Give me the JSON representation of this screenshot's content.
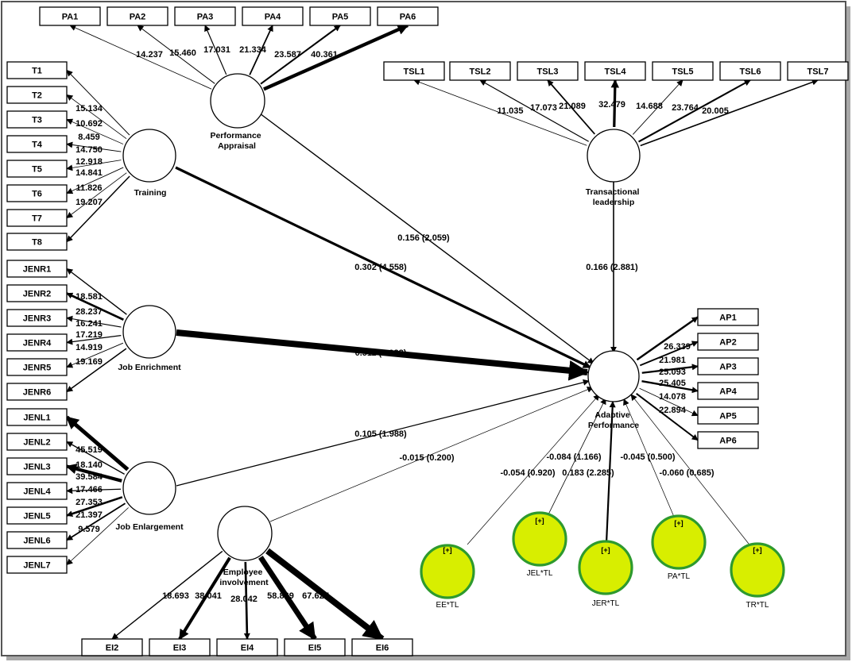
{
  "constructs": {
    "performance_appraisal": "Performance Appraisal",
    "training": "Training",
    "transactional_leadership": "Transactional leadership",
    "job_enrichment": "Job Enrichment",
    "adaptive_performance": "Adaptive Performance",
    "job_enlargement": "Job Enlargement",
    "employee_involvement": "Employee involvement"
  },
  "indicators": {
    "PA": [
      {
        "name": "PA1",
        "weight": "14.237"
      },
      {
        "name": "PA2",
        "weight": "15.460"
      },
      {
        "name": "PA3",
        "weight": "17.031"
      },
      {
        "name": "PA4",
        "weight": "21.334"
      },
      {
        "name": "PA5",
        "weight": "23.587"
      },
      {
        "name": "PA6",
        "weight": "40.361"
      }
    ],
    "TSL": [
      {
        "name": "TSL1",
        "weight": "11.035"
      },
      {
        "name": "TSL2",
        "weight": "17.073"
      },
      {
        "name": "TSL3",
        "weight": "21.089"
      },
      {
        "name": "TSL4",
        "weight": "32.479"
      },
      {
        "name": "TSL5",
        "weight": "14.688"
      },
      {
        "name": "TSL6",
        "weight": "23.764"
      },
      {
        "name": "TSL7",
        "weight": "20.005"
      }
    ],
    "T": [
      {
        "name": "T1",
        "weight": "15.134"
      },
      {
        "name": "T2",
        "weight": "10.692"
      },
      {
        "name": "T3",
        "weight": "8.459"
      },
      {
        "name": "T4",
        "weight": "14.750"
      },
      {
        "name": "T5",
        "weight": "12.918"
      },
      {
        "name": "T6",
        "weight": "14.841"
      },
      {
        "name": "T7",
        "weight": "11.826"
      },
      {
        "name": "T8",
        "weight": "19.207"
      }
    ],
    "JENR": [
      {
        "name": "JENR1",
        "weight": "18.581"
      },
      {
        "name": "JENR2",
        "weight": "28.237"
      },
      {
        "name": "JENR3",
        "weight": "16.241"
      },
      {
        "name": "JENR4",
        "weight": "17.219"
      },
      {
        "name": "JENR5",
        "weight": "14.919"
      },
      {
        "name": "JENR6",
        "weight": "19.169"
      }
    ],
    "JENL": [
      {
        "name": "JENL1",
        "weight": "45.519"
      },
      {
        "name": "JENL2",
        "weight": "18.140"
      },
      {
        "name": "JENL3",
        "weight": "39.584"
      },
      {
        "name": "JENL4",
        "weight": "17.466"
      },
      {
        "name": "JENL5",
        "weight": "27.353"
      },
      {
        "name": "JENL6",
        "weight": "21.397"
      },
      {
        "name": "JENL7",
        "weight": "9.579"
      }
    ],
    "AP": [
      {
        "name": "AP1",
        "weight": "26.339"
      },
      {
        "name": "AP2",
        "weight": "21.981"
      },
      {
        "name": "AP3",
        "weight": "25.093"
      },
      {
        "name": "AP4",
        "weight": "25.405"
      },
      {
        "name": "AP5",
        "weight": "14.078"
      },
      {
        "name": "AP6",
        "weight": "22.894"
      }
    ],
    "EI": [
      {
        "name": "EI2",
        "weight": "18.693"
      },
      {
        "name": "EI3",
        "weight": "38.041"
      },
      {
        "name": "EI4",
        "weight": "28.042"
      },
      {
        "name": "EI5",
        "weight": "58.869"
      },
      {
        "name": "EI6",
        "weight": "67.627"
      }
    ]
  },
  "paths": {
    "pa_ap": "0.156 (2.059)",
    "tr_ap": "0.302 (4.558)",
    "tl_ap": "0.166 (2.881)",
    "jenr_ap": "0.511 (7.088)",
    "jenl_ap": "0.105 (1.988)",
    "ei_ap": "-0.015 (0.200)",
    "eetl_ap": "-0.054 (0.920)",
    "jeltl_ap": "-0.084 (1.166)",
    "jertl_ap": "0.183 (2.285)",
    "patl_ap": "-0.045 (0.500)",
    "trtl_ap": "-0.060 (0.685)"
  },
  "moderators": {
    "plus": "[+]",
    "ee_tl": "EE*TL",
    "jel_tl": "JEL*TL",
    "jer_tl": "JER*TL",
    "pa_tl": "PA*TL",
    "tr_tl": "TR*TL"
  },
  "colors": {
    "moderator_fill": "#d8ee00",
    "moderator_stroke": "#2e9a2e",
    "line": "#000000",
    "frame_shadow": "#9a9a9a"
  }
}
